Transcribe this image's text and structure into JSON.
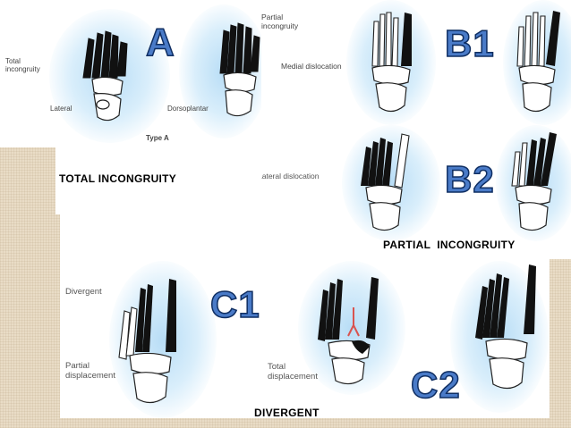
{
  "figure_A": {
    "heading": "A",
    "labels": {
      "total": "Total\nincongruity",
      "lateral": "Lateral",
      "dorsoplantar": "Dorsoplantar",
      "type": "Type A"
    }
  },
  "figure_B1": {
    "heading": "B1",
    "labels": {
      "partial": "Partial\nincongruity",
      "medial": "Medial dislocation"
    }
  },
  "figure_B2": {
    "heading": "B2",
    "labels": {
      "lateral": "Lateral dislocation"
    }
  },
  "figure_C1": {
    "heading": "C1",
    "labels": {
      "divergent": "Divergent",
      "partial": "Partial\ndisplacement"
    }
  },
  "figure_C2": {
    "heading": "C2",
    "labels": {
      "total": "Total\ndisplacement"
    }
  },
  "captions": {
    "total_incongruity": "TOTAL INCONGRUITY",
    "partial_incongruity": "PARTIAL  INCONGRUITY",
    "divergent": "DIVERGENT"
  },
  "colors": {
    "heading_fill": "#4a7bc8",
    "heading_outline": "#0f2e62",
    "glow": "#bfe1f8",
    "texture": "#e9dcc6",
    "bone_dark": "#111111",
    "bone_light": "#ffffff",
    "highlight": "#d9534f"
  }
}
